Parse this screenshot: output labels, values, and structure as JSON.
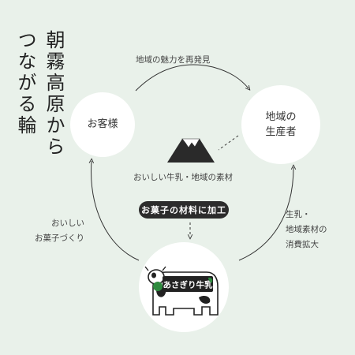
{
  "title": {
    "line1": "朝霧高原から",
    "line2": "つながる輪"
  },
  "nodes": {
    "customer": "お客様",
    "producer_line1": "地域の",
    "producer_line2": "生産者"
  },
  "labels": {
    "top": "地域の魅力を再発見",
    "middle": "おいしい牛乳・地域の素材",
    "pill": "お菓子の材料に加工",
    "left_line1": "おいしい",
    "left_line2": "お菓子づくり",
    "right_line1": "生乳・",
    "right_line2": "地域素材の",
    "right_line3": "消費拡大"
  },
  "logo_text": "あさぎり牛乳",
  "icons": [
    "mount-fuji-icon",
    "cow-logo-icon"
  ],
  "colors": {
    "background": "#e9f1ea",
    "node_fill": "#ffffff",
    "pill_fill": "#2c2c2c",
    "line": "#333333",
    "logo_green": "#2e8a3e"
  }
}
